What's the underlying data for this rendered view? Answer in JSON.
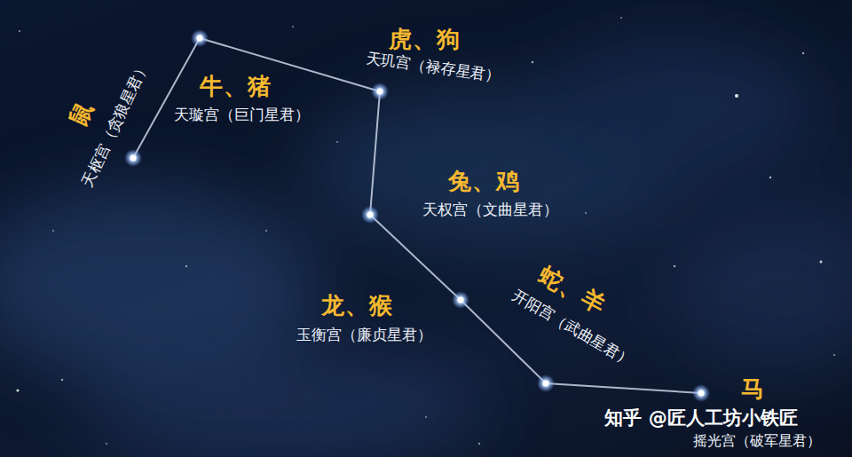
{
  "diagram": {
    "labels": [
      "鼠",
      "天枢宫（贪狼星君）",
      "牛、猪",
      "天璇宫（巨门星君）",
      "虎、狗",
      "天玑宫（禄存星君）",
      "兔、鸡",
      "天权宫（文曲星君）",
      "龙、猴",
      "玉衡宫（廉贞星君）",
      "蛇、羊",
      "开阳宫（武曲星君）",
      "马",
      "摇光宫（破军星君）",
      "知乎 @匠人工坊小铁匠"
    ]
  }
}
